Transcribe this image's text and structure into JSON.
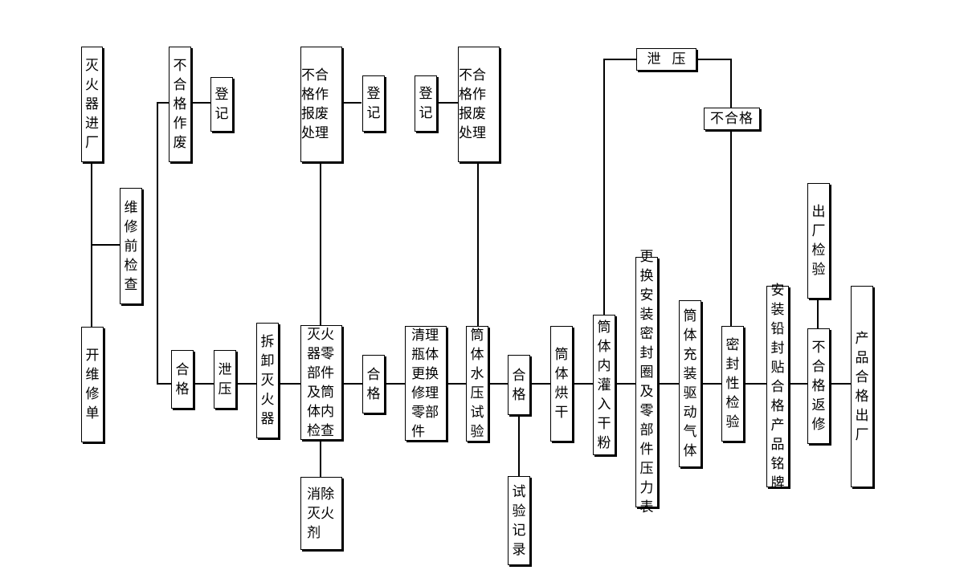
{
  "nodes": {
    "n1": "灭火器进厂",
    "n2": "维修前检查",
    "n3": "开维修单",
    "n4": "不合格作废",
    "n5": "登记",
    "n6": "合格",
    "n7": "泄压",
    "n8": "拆卸灭火器",
    "n9": "不合格作报废处理",
    "n10": "登记",
    "n11": "灭火器零部件及筒体内检查",
    "n12": "消除灭火剂",
    "n13": "合格",
    "n14": "清理瓶体更换修理零部件",
    "n15": "登记",
    "n16": "不合格作报废处理",
    "n17": "筒体水压试验",
    "n18": "合格",
    "n19": "试验记录",
    "n20": "筒体烘干",
    "n21": "筒体内灌入干粉",
    "n22": "泄压",
    "n23": "不合格",
    "n24": "更换安装密封圈及零部件压力表",
    "n25": "筒体充装驱动气体",
    "n26": "密封性检验",
    "n27": "安装铅封贴合格产品铭牌",
    "n28": "出厂检验",
    "n29": "不合格返修",
    "n30": "产品合格出厂"
  }
}
